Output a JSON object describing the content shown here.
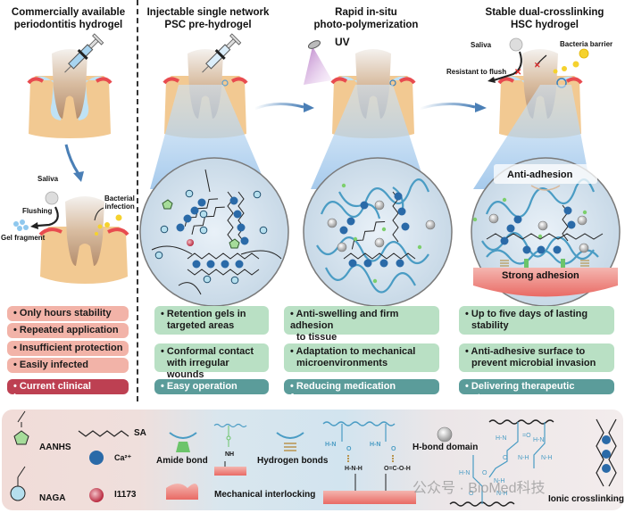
{
  "columns": [
    {
      "title_line1": "Commercially available",
      "title_line2": "periodontitis hydrogel"
    },
    {
      "title_line1": "Injectable single network",
      "title_line2": "PSC pre-hydrogel"
    },
    {
      "title_line1": "Rapid in-situ",
      "title_line2": "photo-polymerization"
    },
    {
      "title_line1": "Stable dual-crosslinking",
      "title_line2": "HSC hydrogel"
    }
  ],
  "annotations": {
    "uv": "UV",
    "saliva_top": "Saliva",
    "resistant_to_flush": "Resistant to flush",
    "bacteria_barrier": "Bacteria barrier",
    "saliva_left": "Saliva",
    "flushing": "Flushing",
    "gel_fragment": "Gel fragment",
    "bacterial_infection_1": "Bacterial",
    "bacterial_infection_2": "infection",
    "anti_adhesion": "Anti-adhesion",
    "strong_adhesion": "Strong adhesion"
  },
  "issues": {
    "items": [
      "• Only hours stability",
      "• Repeated application",
      "• Insufficient protection",
      "• Easily infected"
    ],
    "summary": "• Current clinical issues"
  },
  "features": [
    {
      "items": [
        {
          "line1": "• Retention gels in",
          "line2": "  targeted areas"
        },
        {
          "line1": "• Conformal contact",
          "line2": "  with irregular wounds"
        }
      ],
      "summary": "• Easy operation"
    },
    {
      "items": [
        {
          "line1": "• Anti-swelling and firm adhesion",
          "line2": "  to tissue"
        },
        {
          "line1": "• Adaptation to mechanical",
          "line2": "  microenvironments"
        }
      ],
      "summary": "• Reducing medication frequency"
    },
    {
      "items": [
        {
          "line1": "• Up to five days of lasting",
          "line2": "  stability"
        },
        {
          "line1": "• Anti-adhesive surface to",
          "line2": "  prevent microbial invasion"
        }
      ],
      "summary": "• Delivering therapeutic outcome"
    }
  ],
  "legend": {
    "aanhs": "AANHS",
    "naga": "NAGA",
    "sa": "SA",
    "ca": "Ca²⁺",
    "i1173": "I1173",
    "amide_bond": "Amide bond",
    "nh": "NH",
    "hydrogen_bonds": "Hydrogen bonds",
    "mechanical_interlocking": "Mechanical interlocking",
    "h_bond_domain": "H-bond domain",
    "ionic_crosslinking": "Ionic crosslinking"
  },
  "watermark": "公众号 · BioMed科技",
  "colors": {
    "issue_pill": "#f2b3a8",
    "issue_summary": "#bd4052",
    "feature_pill": "#b9e0c4",
    "feature_summary": "#5b9c9a",
    "ca_blue": "#2a6aa8",
    "polymer_blue": "#4a9cc4",
    "gum_red": "#e8434a",
    "bone": "#f2c992"
  }
}
